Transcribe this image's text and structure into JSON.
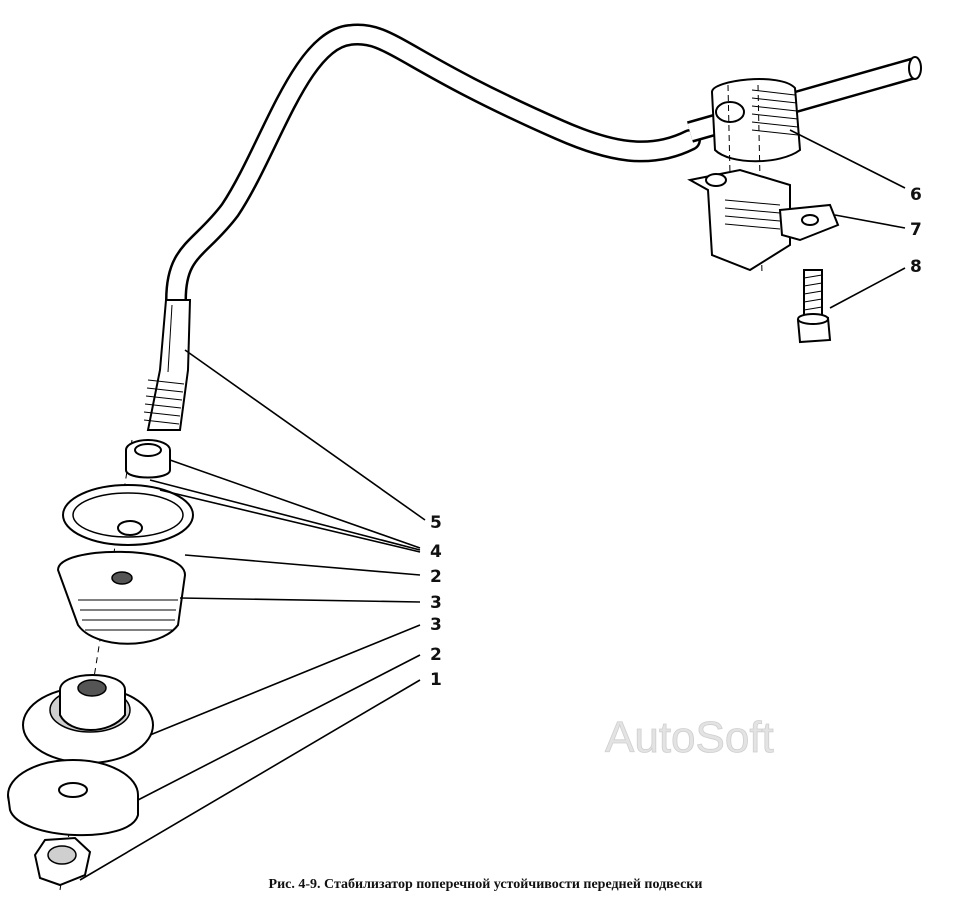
{
  "figure": {
    "caption": "Рис. 4-9. Стабилизатор поперечной устойчивости передней подвески",
    "watermark": "AutoSoft"
  },
  "callouts": [
    {
      "id": "c1",
      "label": "1"
    },
    {
      "id": "c2a",
      "label": "2"
    },
    {
      "id": "c2b",
      "label": "2"
    },
    {
      "id": "c3a",
      "label": "3"
    },
    {
      "id": "c3b",
      "label": "3"
    },
    {
      "id": "c4",
      "label": "4"
    },
    {
      "id": "c5",
      "label": "5"
    },
    {
      "id": "c6",
      "label": "6"
    },
    {
      "id": "c7",
      "label": "7"
    },
    {
      "id": "c8",
      "label": "8"
    }
  ],
  "colors": {
    "line": "#000000",
    "background": "#ffffff",
    "watermark": "#e3e3e3"
  }
}
